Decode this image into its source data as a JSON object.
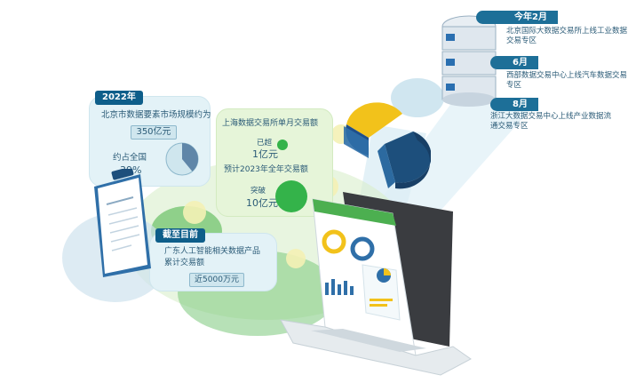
{
  "card_2022": {
    "tag": "2022年",
    "line1": "北京市数据要素市场规模约为",
    "value": "350亿元",
    "share_label": "约占全国",
    "share_value": "39%",
    "share_fraction": 0.39
  },
  "card_shanghai": {
    "title": "上海数据交易所单月交易额",
    "monthly_label": "已超",
    "monthly_value": "1亿元",
    "forecast_title": "预计2023年全年交易额",
    "forecast_label": "突破",
    "forecast_value": "10亿元"
  },
  "card_guangdong": {
    "tag": "截至目前",
    "line1": "广东人工智能相关数据产品",
    "line2": "累计交易额",
    "value": "近5000万元"
  },
  "timeline": [
    {
      "date": "今年2月",
      "text": "北京国际大数据交易所上线工业数据交易专区"
    },
    {
      "date": "6月",
      "text": "西部数据交易中心上线汽车数据交易专区"
    },
    {
      "date": "8月",
      "text": "浙江大数据交易中心上线产业数据流通交易专区"
    }
  ],
  "colors": {
    "navy": "#0e5e8a",
    "blue": "#1d6f98",
    "green": "#34b34a",
    "yellow": "#f2c21b",
    "panel": "#e3f2f7"
  },
  "icons": {
    "document": "document-icon",
    "server": "server-stack-icon",
    "pie": "pie-chart-3d-icon",
    "laptop": "laptop-icon"
  }
}
